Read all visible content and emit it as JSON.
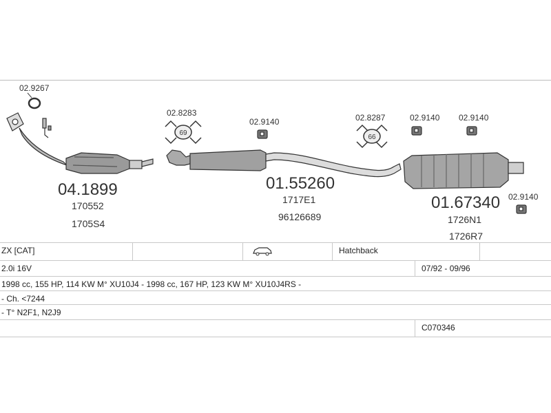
{
  "parts": [
    {
      "code": "02.9267"
    },
    {
      "code": "02.8283",
      "clamp_size": "69"
    },
    {
      "code": "02.9140"
    },
    {
      "code": "02.8287",
      "clamp_size": "66"
    },
    {
      "code": "02.9140"
    },
    {
      "code": "02.9140"
    },
    {
      "code": "02.9140"
    }
  ],
  "sections": [
    {
      "code": "04.1899",
      "refs": [
        "170552",
        "1705S4"
      ]
    },
    {
      "code": "01.55260",
      "refs": [
        "1717E1",
        "96126689"
      ]
    },
    {
      "code": "01.67340",
      "refs": [
        "1726N1",
        "1726R7"
      ]
    }
  ],
  "table": {
    "model": "ZX  [CAT]",
    "body_type": "Hatchback",
    "engine": "2.0i 16V",
    "years": "07/92 - 09/96",
    "engine_details": "1998 cc, 155 HP, 114 KW M° XU10J4 - 1998 cc, 167 HP, 123 KW M° XU10J4RS -",
    "chassis": "- Ch. <7244",
    "type_codes": "- T° N2F1, N2J9",
    "catalog_code": "C070346"
  },
  "icons": {
    "car": "car-icon",
    "clamp": "clamp-icon",
    "hanger": "rubber-hanger-icon",
    "gasket": "gasket-ring-icon",
    "sensor": "lambda-sensor-icon"
  }
}
